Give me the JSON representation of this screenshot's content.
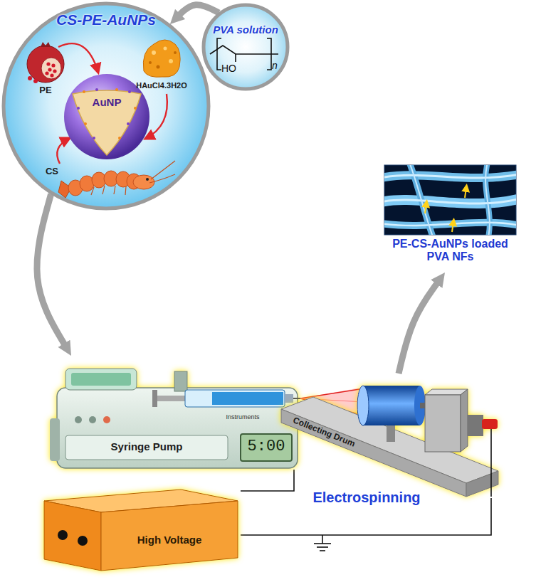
{
  "diagram": {
    "nodes": [
      {
        "text": [
          "CS-PE-AuNPs"
        ]
      },
      {
        "text": [
          "AuNP"
        ],
        "in": 0
      },
      {
        "text": [
          "PVA solution",
          "HO",
          "n"
        ]
      },
      {
        "text": [
          "PE-CS-AuNPs loaded PVA NFs"
        ]
      },
      {
        "text": [
          "Instruments",
          "Syringe Pump",
          "5:00"
        ]
      },
      {
        "text": [
          "Collecting Drum"
        ]
      },
      {
        "text": [
          "High Voltage"
        ]
      }
    ],
    "edges": [
      {
        "from": 2,
        "to": 0,
        "arrow": "to"
      },
      {
        "from": 0,
        "to": 4,
        "arrow": "to"
      },
      {
        "from": 4,
        "to": 6,
        "arrow": "none"
      },
      {
        "from": 6,
        "to": 5,
        "arrow": "none"
      },
      {
        "from": 5,
        "to": 3,
        "arrow": "to"
      }
    ],
    "labels": [
      "PE",
      "HAuCl4.3H2O",
      "CS",
      "Electrospinning"
    ]
  }
}
